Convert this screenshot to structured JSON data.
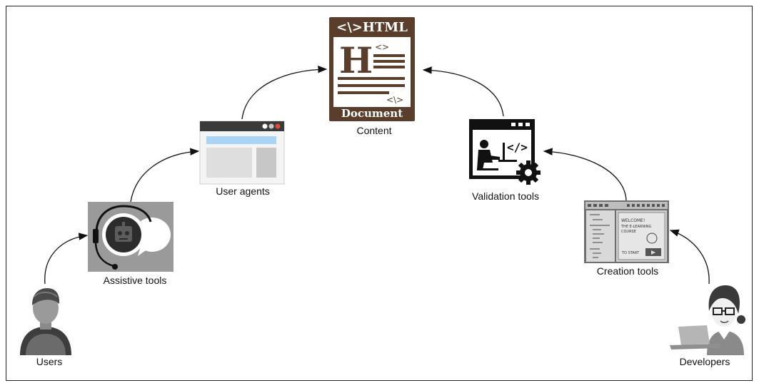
{
  "nodes": {
    "content": "Content",
    "user_agents": "User agents",
    "assistive_tools": "Assistive tools",
    "users": "Users",
    "validation_tools": "Validation tools",
    "creation_tools": "Creation tools",
    "developers": "Developers"
  },
  "document_icon": {
    "header": "<\\>HTML",
    "big_letter": "H",
    "tag_small": "<>",
    "tag_bottom": "<\\>",
    "footer": "Document"
  },
  "creation_screen": {
    "line1": "WELCOME!",
    "line2": "THE E-LEARNING",
    "line3": "COURSE",
    "start": "TO START"
  },
  "colors": {
    "doc_brown": "#5a3e2b",
    "arrow": "#111111",
    "browser_blue": "#aad4f5",
    "gray_panel": "#9a9a9a"
  }
}
